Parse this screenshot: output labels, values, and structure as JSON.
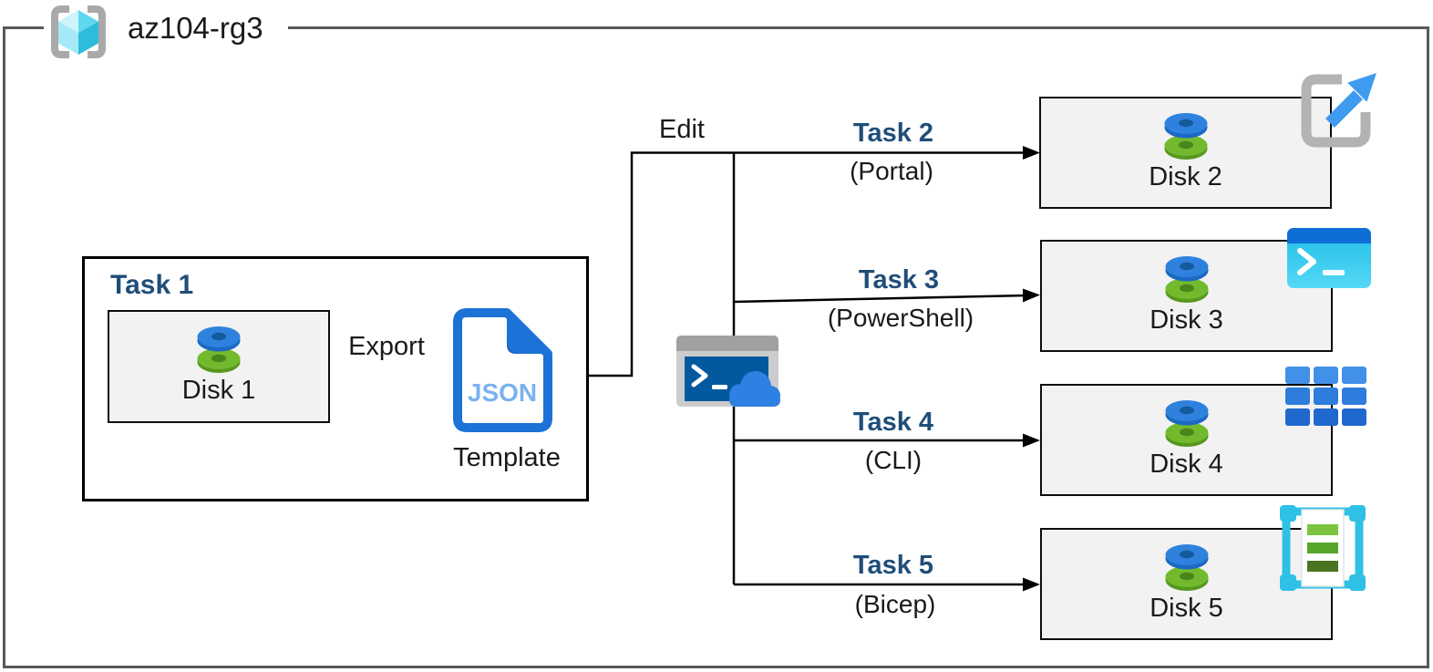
{
  "resource_group": {
    "name": "az104-rg3",
    "icon": "resource-group-icon"
  },
  "task1": {
    "title": "Task 1",
    "disk_label": "Disk 1",
    "disk_icon": "managed-disk-icon",
    "export_label": "Export",
    "template": {
      "file_text": "JSON",
      "caption": "Template",
      "icon": "json-template-icon"
    }
  },
  "edit_label": "Edit",
  "cloud_shell": {
    "icon": "cloud-shell-icon",
    "prompt_glyph": ">_"
  },
  "branches": [
    {
      "task_label": "Task 2",
      "method_label": "(Portal)",
      "disk_label": "Disk 2",
      "corner_icon": "portal-icon"
    },
    {
      "task_label": "Task 3",
      "method_label": "(PowerShell)",
      "disk_label": "Disk 3",
      "corner_icon": "powershell-icon"
    },
    {
      "task_label": "Task 4",
      "method_label": "(CLI)",
      "disk_label": "Disk 4",
      "corner_icon": "cli-icon"
    },
    {
      "task_label": "Task 5",
      "method_label": "(Bicep)",
      "disk_label": "Disk 5",
      "corner_icon": "bicep-template-icon"
    }
  ],
  "colors": {
    "frame_border": "#58595B",
    "box_border": "#0d0d0d",
    "box_fill": "#F2F2F2",
    "task_text": "#1F4E79",
    "body_text": "#1a1a1a",
    "json_doc_blue": "#1C72D6",
    "json_text_blue": "#7CB1F0",
    "disk_blue": "#2E82DD",
    "disk_green": "#72B92E",
    "cloud_blue": "#2E80E2",
    "terminal_blue": "#03599E",
    "powershell_cyan": "#2FC9EE",
    "cli_blue": "#2E7CDB",
    "bicep_cyan": "#2FC1E5"
  }
}
